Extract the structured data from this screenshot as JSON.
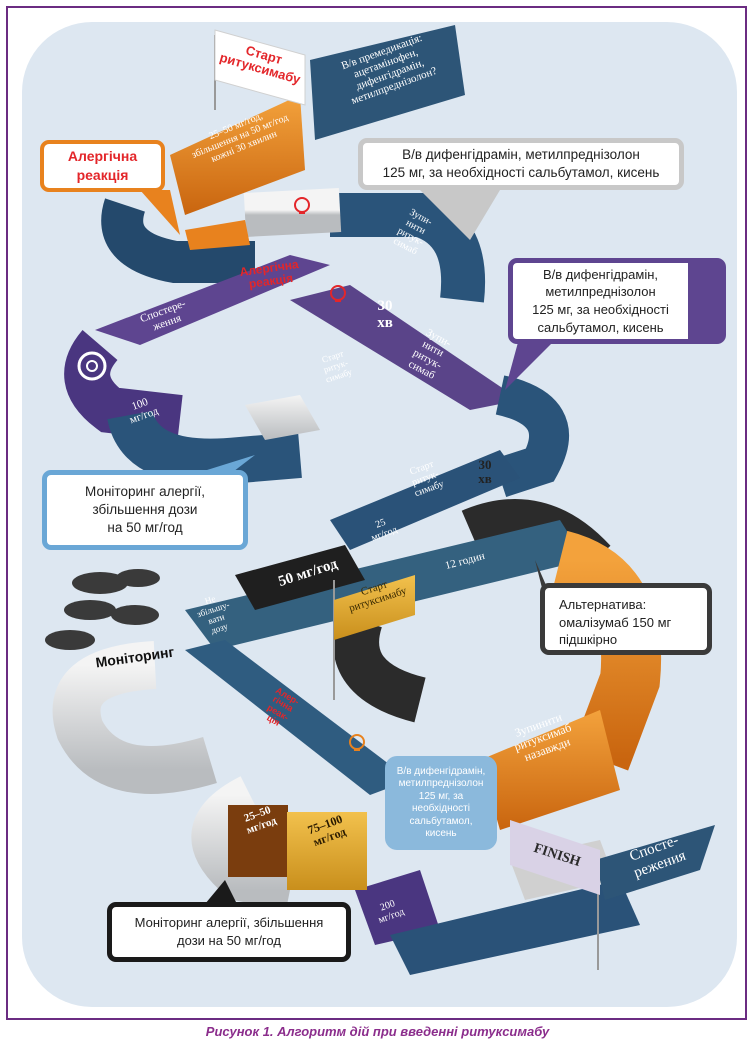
{
  "caption": "Рисунок 1. Алгоритм дій при введенні ритуксимабу",
  "colors": {
    "frame": "#6b2c82",
    "blue": "#2d5577",
    "purple": "#5e4590",
    "orange": "#e8821e",
    "gray": "#d4d6d8",
    "black": "#2b2b2b",
    "red": "#e3262a"
  },
  "tiles": {
    "premedication": "В/в премедикація:\nацетамінофен,\nдифенгідрамін,\nметилпреднізолон?",
    "start_flag_top": "Старт\nритуксимабу",
    "dose_25_50_top": "25–50 мг/год,\nзбільшення на 50 мг/год\nкожні 30 хвилин",
    "allergic_reaction_1": "Алергічна\nреакція",
    "stop_rituximab_1": "Зупи-\nнити\nритук-\nсимаб",
    "allergic_reaction_2": "Алергічна\nреакція",
    "thirty_min_1": "30\nхв",
    "observation_1": "Спостере-\nження",
    "stop_rituximab_2": "Зупи-\nнити\nритук-\nсимаб",
    "start_rituximab_orange": "Старт\nритук-\nсимабу",
    "dose_100": "100\nмг/год",
    "start_rituximab_blue": "Старт\nритук-\nсимабу",
    "thirty_min_2": "30\nхв",
    "dose_25": "25\nмг/год",
    "dose_50": "50 мг/год",
    "no_increase": "Не\nзбільшу-\nвати\nдозу",
    "twelve_hours": "12 годин",
    "start_flag_mid": "Старт\nритуксимабу",
    "monitoring": "Моніторинг",
    "allergic_reaction_3": "Алер-\nгічна\nреак-\nція",
    "stop_forever": "Зупинити\nритуксимаб\nназавжди",
    "dose_25_50_box": "25–50\nмг/год",
    "dose_75_100_box": "75–100\nмг/год",
    "dose_200": "200\nмг/год",
    "finish": "FINISH",
    "observation_2": "Спосте-\nрежения"
  },
  "callouts": {
    "gray_top": "В/в дифенгідрамін, метилпреднізолон\n125 мг, за необхідності сальбутамол, кисень",
    "purple_right": "В/в дифенгідрамін,\nметилпреднізолон\n125 мг, за необхідності\nсальбутамол, кисень",
    "blue_left": "Моніторинг алергії,\nзбільшення дози\nна 50 мг/год",
    "dark_right_title": "Альтернатива:",
    "dark_right_body": "омалізумаб 150 мг\nпідшкірно",
    "bubble_bottom": "В/в дифенгідрамін,\nметилпреднізолон\n125 мг, за\nнеобхідності\nсальбутамол,\nкисень",
    "black_bottom": "Моніторинг алергії, збільшення\nдози на 50 мг/год"
  },
  "icons": [
    "lightbulb-icon",
    "lightbulb-icon",
    "lightbulb-icon",
    "lightbulb-icon",
    "gear-icon",
    "cloud-icon"
  ]
}
